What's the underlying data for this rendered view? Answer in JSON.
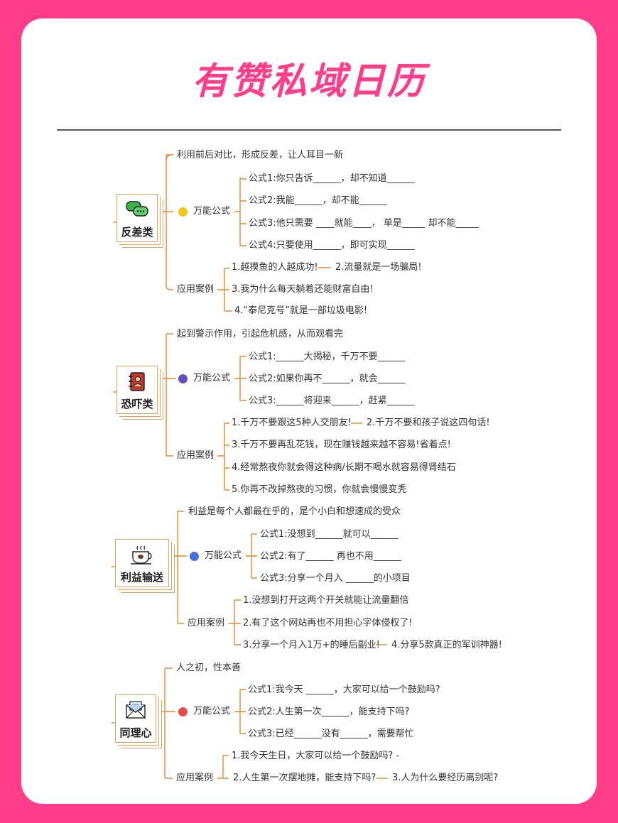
{
  "title": "有赞私域日历",
  "colors": {
    "background": "#ff3d8b",
    "line": "#e8892b",
    "yellow_dot": "#f5c518",
    "purple_dot": "#6a4bc6",
    "blue_dot": "#4a6ee0",
    "red_dot": "#e84a4a"
  },
  "sections": [
    {
      "name": "反差类",
      "icon": "chat-bubbles-icon",
      "desc": "利用前后对比，形成反差，让人耳目一新",
      "formula_label": "万能公式",
      "formulas": [
        "公式1:你只告诉______，却不知道______",
        "公式2:我能______，却不能______",
        "公式3:他只需要 ____就能____， 单是_____ 却不能_____",
        "公式4:只要使用______，即可实现______"
      ],
      "case_label": "应用案例",
      "cases": [
        "1.越摸鱼的人越成功!",
        "2.流量就是一场骗局!",
        "3.我为什么每天躺着还能财富自由!",
        "4.“泰尼克号”就是一部垃圾电影!"
      ]
    },
    {
      "name": "恐吓类",
      "icon": "notebook-icon",
      "desc": "起到警示作用，引起危机感，从而观看完",
      "formula_label": "万能公式",
      "formulas": [
        "公式1:______大揭秘，千万不要______",
        "公式2:如果你再不______，就会______",
        "公式3:______将迎来______，赶紧______"
      ],
      "case_label": "应用案例",
      "cases": [
        "1.千万不要跟这5种人交朋友!",
        "2.千万不要和孩子说这四句话!",
        "3.千万不要再乱花钱，现在赚钱越来越不容易!省着点!",
        "4.经常熬夜你就会得这种病/长期不喝水就容易得肾结石",
        "5.你再不改掉熬夜的习惯，你就会慢慢变秃"
      ]
    },
    {
      "name": "利益输送",
      "icon": "coffee-cup-icon",
      "desc": "利益是每个人都最在乎的，是个小白和想速成的受众",
      "formula_label": "万能公式",
      "formulas": [
        "公式1:没想到______就可以______",
        "公式2:有了______ 再也不用______",
        "公式3:分享一个月入 ______的小项目"
      ],
      "case_label": "应用案例",
      "cases": [
        "1.没想到打开这两个开关就能让流量翻倍",
        "2.有了这个网站再也不用担心字体侵权了!",
        "3.分享一个月入1万+的睡后副业!",
        "4.分享5款真正的军训神器!"
      ]
    },
    {
      "name": "同理心",
      "icon": "envelope-icon",
      "desc": "人之初，性本善",
      "formula_label": "万能公式",
      "formulas": [
        "公式1:我今天 ______，大家可以给一个鼓励吗?",
        "公式2:人生第一次______，能支持下吗?",
        "公式3:已经______没有______，需要帮忙"
      ],
      "case_label": "应用案例",
      "cases": [
        "1.我今天生日，大家可以给一个鼓励吗? -",
        "2.人生第一次摆地摊，能支持下吗?",
        "3.人为什么要经历离别呢?"
      ]
    }
  ]
}
